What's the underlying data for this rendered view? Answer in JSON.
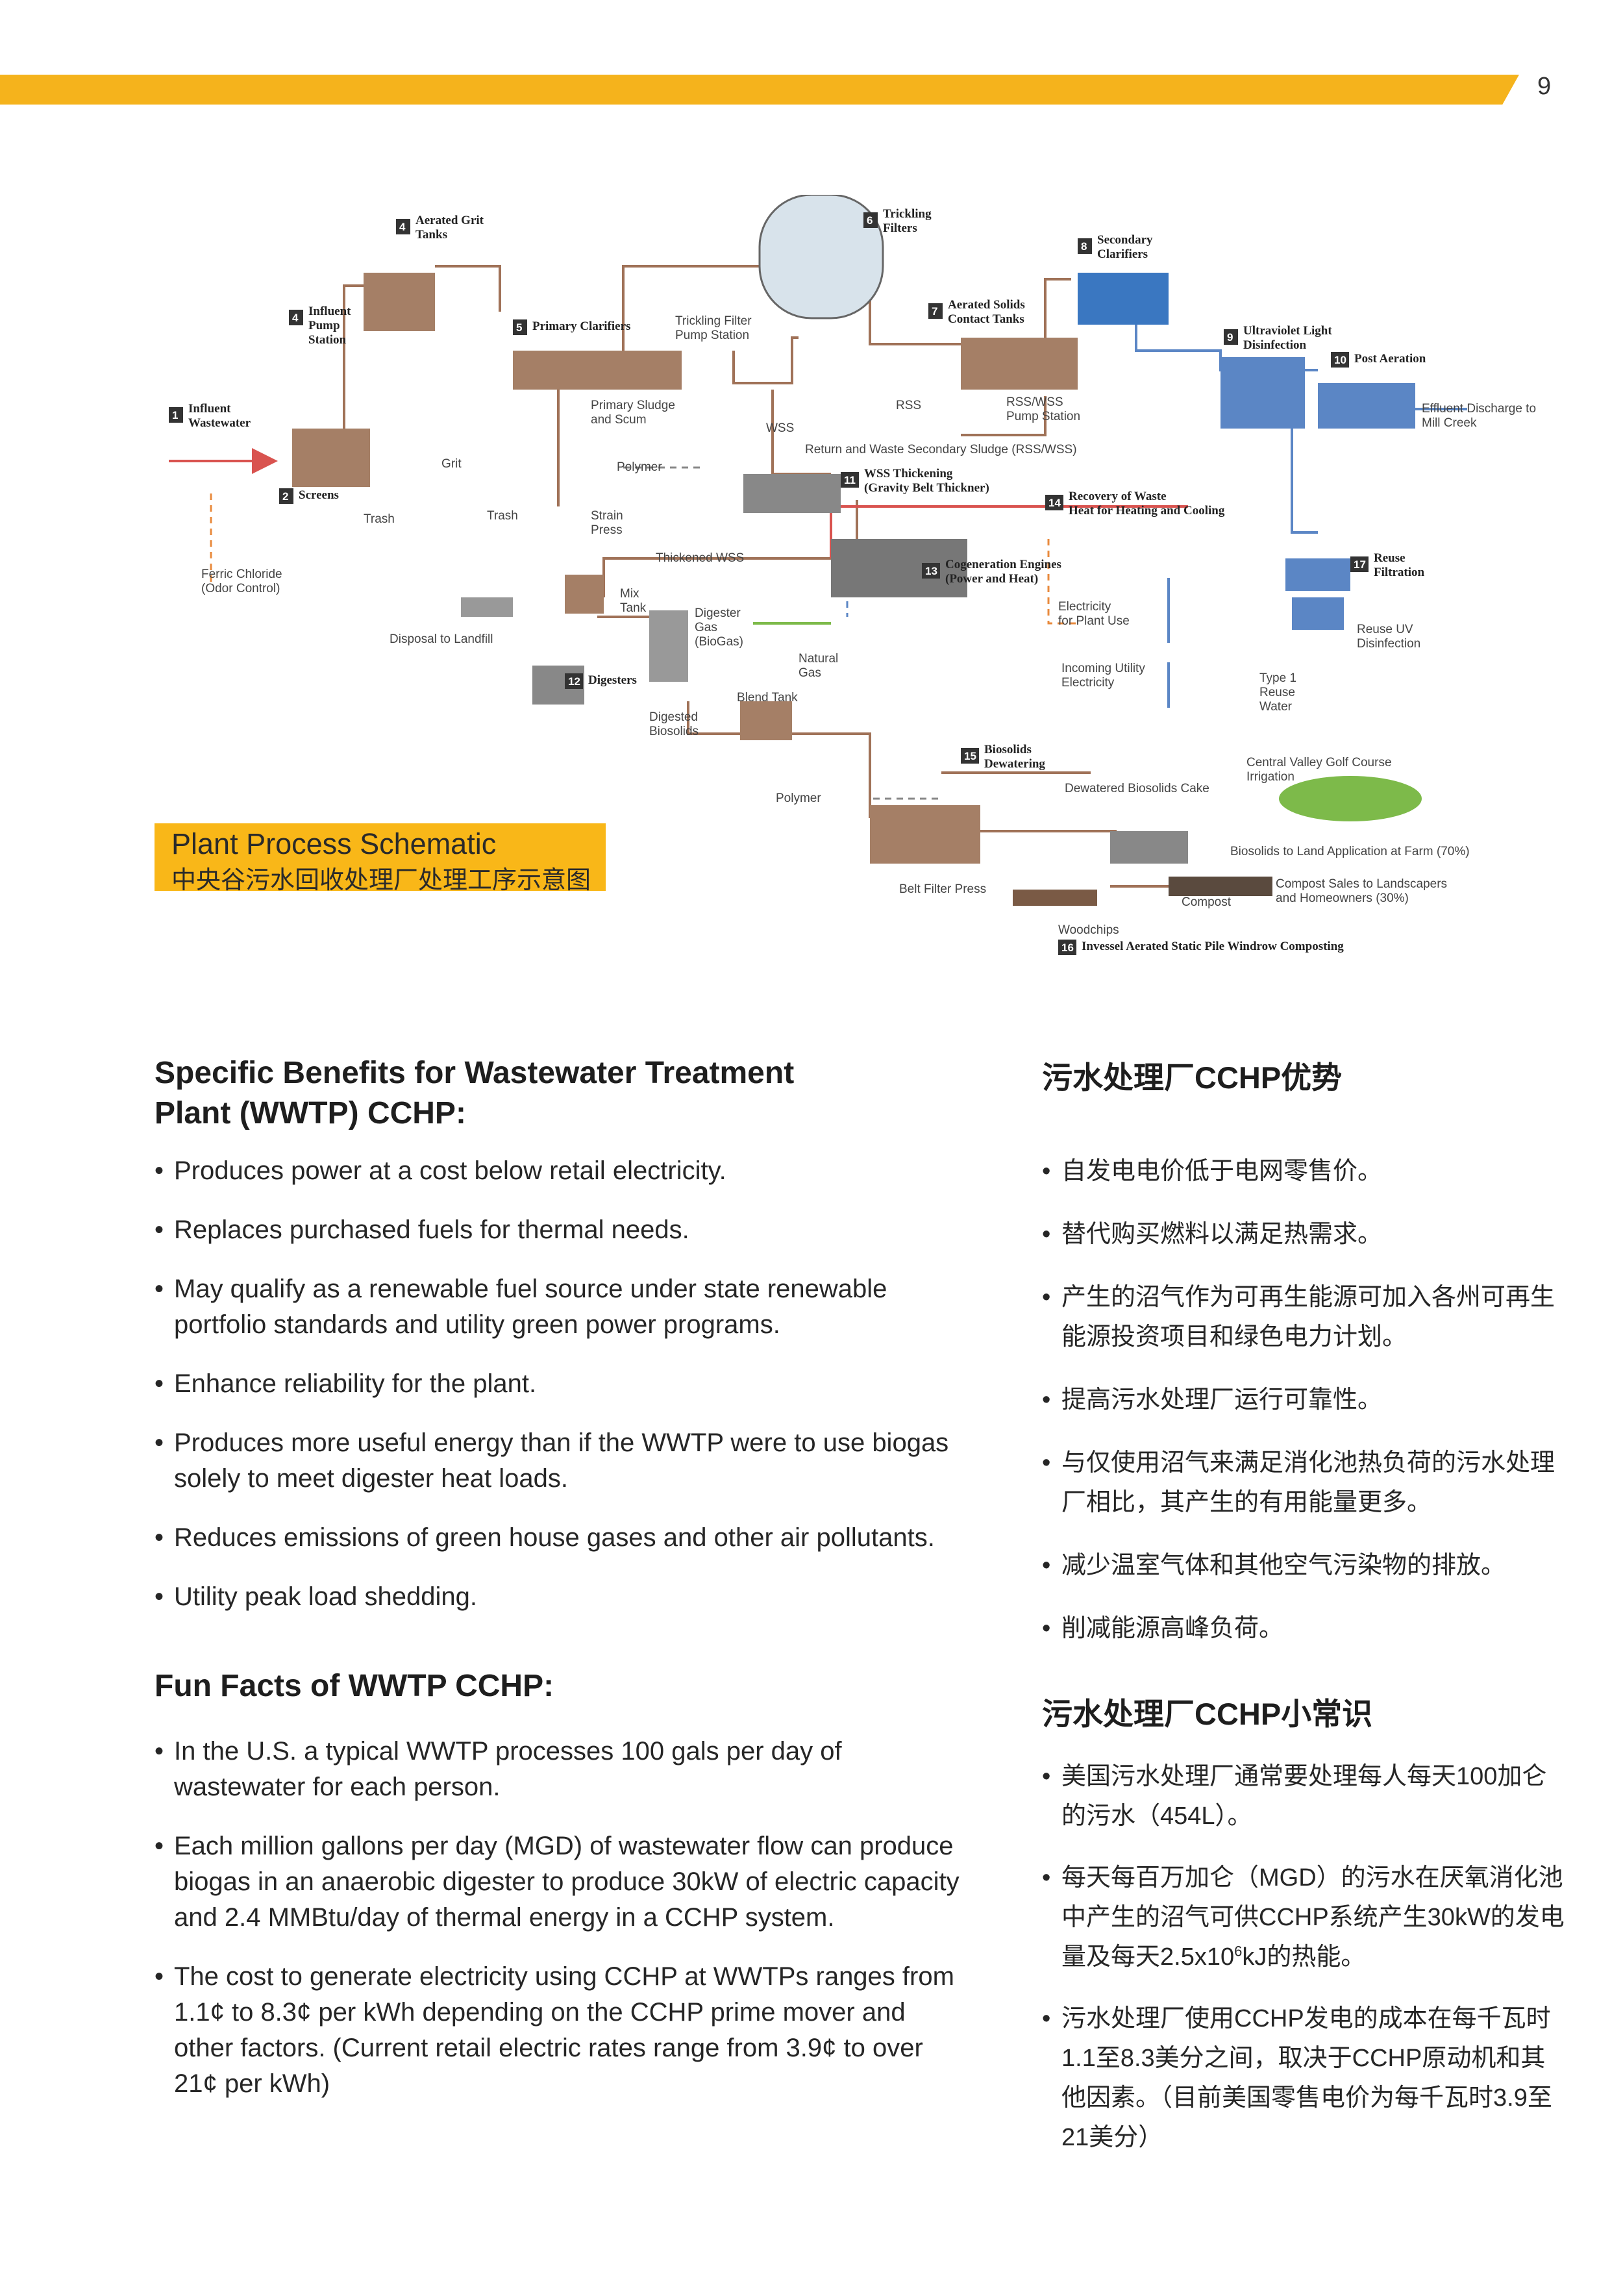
{
  "page": {
    "number": "9",
    "accent_color": "#f5b31c"
  },
  "schematic": {
    "caption_en": "Plant Process Schematic",
    "caption_zh": "中央谷污水回收处理厂处理工序示意图",
    "stages": [
      {
        "num": "1",
        "lines": [
          "Influent",
          "Wastewater"
        ]
      },
      {
        "num": "2",
        "lines": [
          "Screens"
        ]
      },
      {
        "num": "4",
        "lines": [
          "Influent",
          "Pump",
          "Station"
        ]
      },
      {
        "num": "4",
        "lines": [
          "Aerated Grit",
          "Tanks"
        ]
      },
      {
        "num": "5",
        "lines": [
          "Primary Clarifiers"
        ]
      },
      {
        "num": "6",
        "lines": [
          "Trickling",
          "Filters"
        ]
      },
      {
        "num": "7",
        "lines": [
          "Aerated Solids",
          "Contact Tanks"
        ]
      },
      {
        "num": "8",
        "lines": [
          "Secondary",
          "Clarifiers"
        ]
      },
      {
        "num": "9",
        "lines": [
          "Ultraviolet Light",
          "Disinfection"
        ]
      },
      {
        "num": "10",
        "lines": [
          "Post Aeration"
        ]
      },
      {
        "num": "11",
        "lines": [
          "WSS Thickening",
          "(Gravity Belt Thickner)"
        ]
      },
      {
        "num": "12",
        "lines": [
          "Digesters"
        ]
      },
      {
        "num": "13",
        "lines": [
          "Cogeneration Engines",
          "(Power and Heat)"
        ]
      },
      {
        "num": "14",
        "lines": [
          "Recovery of Waste",
          "Heat for Heating and Cooling"
        ]
      },
      {
        "num": "15",
        "lines": [
          "Biosolids",
          "Dewatering"
        ]
      },
      {
        "num": "16",
        "lines": [
          "Invessel Aerated Static Pile Windrow Composting"
        ]
      },
      {
        "num": "17",
        "lines": [
          "Reuse",
          "Filtration"
        ]
      }
    ],
    "labels": [
      {
        "lines": [
          "Ferric Chloride",
          "(Odor Control)"
        ]
      },
      {
        "lines": [
          "Trash"
        ]
      },
      {
        "lines": [
          "Grit"
        ]
      },
      {
        "lines": [
          "Trash"
        ]
      },
      {
        "lines": [
          "Disposal to Landfill"
        ]
      },
      {
        "lines": [
          "Strain",
          "Press"
        ]
      },
      {
        "lines": [
          "Primary Sludge",
          "and Scum"
        ]
      },
      {
        "lines": [
          "Trickling Filter",
          "Pump Station"
        ]
      },
      {
        "lines": [
          "Polymer"
        ]
      },
      {
        "lines": [
          "WSS"
        ]
      },
      {
        "lines": [
          "RSS"
        ]
      },
      {
        "lines": [
          "RSS/WSS",
          "Pump Station"
        ]
      },
      {
        "lines": [
          "Return and Waste Secondary Sludge (RSS/WSS)"
        ]
      },
      {
        "lines": [
          "Thickened WSS"
        ]
      },
      {
        "lines": [
          "Mix",
          "Tank"
        ]
      },
      {
        "lines": [
          "Digester",
          "Gas",
          "(BioGas)"
        ]
      },
      {
        "lines": [
          "Natural",
          "Gas"
        ]
      },
      {
        "lines": [
          "Blend Tank"
        ]
      },
      {
        "lines": [
          "Digested",
          "Biosolids"
        ]
      },
      {
        "lines": [
          "Electricity",
          "for Plant Use"
        ]
      },
      {
        "lines": [
          "Incoming Utility",
          "Electricity"
        ]
      },
      {
        "lines": [
          "Effluent Discharge to",
          "Mill Creek"
        ]
      },
      {
        "lines": [
          "Reuse UV",
          "Disinfection"
        ]
      },
      {
        "lines": [
          "Type 1",
          "Reuse",
          "Water"
        ]
      },
      {
        "lines": [
          "Central Valley Golf Course",
          "Irrigation"
        ]
      },
      {
        "lines": [
          "Polymer"
        ]
      },
      {
        "lines": [
          "Dewatered Biosolids Cake"
        ]
      },
      {
        "lines": [
          "Biosolids to Land Application at Farm (70%)"
        ]
      },
      {
        "lines": [
          "Belt Filter Press"
        ]
      },
      {
        "lines": [
          "Compost"
        ]
      },
      {
        "lines": [
          "Compost Sales to Landscapers",
          "and Homeowners (30%)"
        ]
      },
      {
        "lines": [
          "Woodchips"
        ]
      }
    ]
  },
  "benefits_en": {
    "title": "Specific Benefits for Wastewater Treatment Plant (WWTP) CCHP:",
    "items": [
      "Produces power at a cost below retail electricity.",
      "Replaces purchased fuels for thermal needs.",
      "May qualify as a renewable fuel source under state renewable portfolio standards and utility green power programs.",
      "Enhance reliability for the plant.",
      "Produces more useful energy than if the WWTP were to use biogas solely to meet digester heat loads.",
      "Reduces emissions of green house gases and other air pollutants.",
      "Utility peak load shedding."
    ]
  },
  "facts_en": {
    "title": "Fun Facts of WWTP CCHP:",
    "items": [
      "In the U.S. a typical WWTP processes 100 gals per day of wastewater for each person.",
      "Each million gallons per day (MGD) of wastewater flow can produce biogas in an anaerobic digester to produce 30kW of electric capacity and 2.4 MMBtu/day of thermal energy in a CCHP system.",
      "The cost to generate electricity using CCHP at WWTPs ranges from 1.1¢ to 8.3¢ per kWh depending on the CCHP prime mover and other factors. (Current retail electric rates range from 3.9¢ to over 21¢ per kWh)"
    ]
  },
  "benefits_zh": {
    "title": "污水处理厂CCHP优势",
    "items": [
      "自发电电价低于电网零售价。",
      "替代购买燃料以满足热需求。",
      "产生的沼气作为可再生能源可加入各州可再生能源投资项目和绿色电力计划。",
      "提高污水处理厂运行可靠性。",
      "与仅使用沼气来满足消化池热负荷的污水处理厂相比，其产生的有用能量更多。",
      "减少温室气体和其他空气污染物的排放。",
      "削减能源高峰负荷。"
    ]
  },
  "facts_zh": {
    "title": "污水处理厂CCHP小常识",
    "items": [
      "美国污水处理厂通常要处理每人每天100加仑的污水（454L）。",
      {
        "before": "每天每百万加仑（MGD）的污水在厌氧消化池中产生的沼气可供CCHP系统产生30kW的发电量及每天2.5x10",
        "sup": "6",
        "after": "kJ的热能。"
      },
      "污水处理厂使用CCHP发电的成本在每千瓦时1.1至8.3美分之间，取决于CCHP原动机和其他因素。（目前美国零售电价为每千瓦时3.9至21美分）"
    ]
  }
}
